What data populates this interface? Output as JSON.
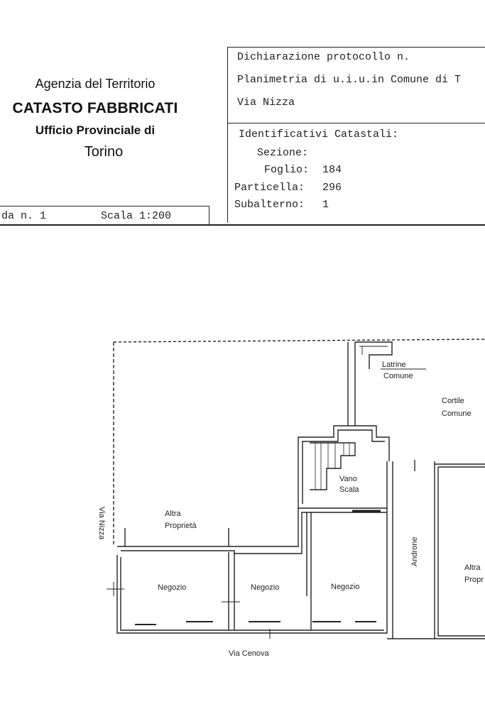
{
  "agency": {
    "line1": "Agenzia del Territorio",
    "line2": "CATASTO FABBRICATI",
    "line3": "Ufficio Provinciale di",
    "line4": "Torino"
  },
  "header_box": {
    "protocol": "Dichiarazione protocollo n.",
    "planimetria": "Planimetria di u.i.u.in Comune di T",
    "address": "Via Nizza"
  },
  "identifiers": {
    "title": "Identificativi Catastali:",
    "sezione_label": "Sezione:",
    "sezione_value": "",
    "foglio_label": "Foglio:",
    "foglio_value": "184",
    "particella_label": "Particella:",
    "particella_value": "296",
    "subalterno_label": "Subalterno:",
    "subalterno_value": "1"
  },
  "sheet": {
    "page": "da n. 1",
    "scale": "Scala 1:200"
  },
  "plan_labels": {
    "latrine": "Latrine",
    "latrine_comune": "Comune",
    "cortile": "Cortile",
    "cortile_comune": "Comune",
    "vano": "Vano",
    "scala": "Scala",
    "altra": "Altra",
    "proprieta": "Proprietà",
    "via_nizza": "Via Nizza",
    "androne": "Androne",
    "negozio_1": "Negozio",
    "negozio_2": "Negozio",
    "negozio_3": "Negozio",
    "altra_right": "Altra",
    "propr_right": "Propr",
    "via_cenova": "Via Cenova"
  }
}
